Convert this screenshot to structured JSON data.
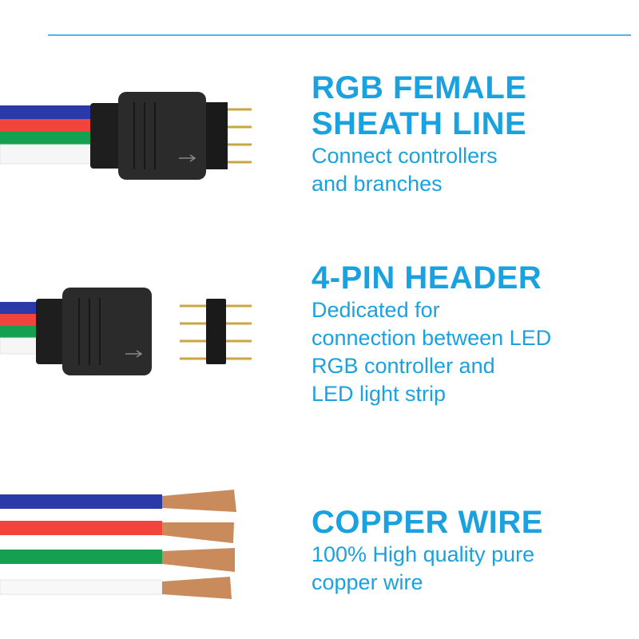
{
  "sections": [
    {
      "title_lines": [
        "RGB FEMALE",
        "SHEATH LINE"
      ],
      "body_lines": [
        "Connect controllers",
        "and branches"
      ]
    },
    {
      "title_lines": [
        "4-PIN HEADER"
      ],
      "body_lines": [
        "Dedicated for",
        "connection between LED",
        "RGB controller and",
        "LED light strip"
      ]
    },
    {
      "title_lines": [
        "COPPER WIRE"
      ],
      "body_lines": [
        "100% High quality pure",
        "copper wire"
      ]
    }
  ],
  "colors": {
    "accent": "#1aa1df",
    "wire_blue": "#2a3aa8",
    "wire_red": "#f0443c",
    "wire_green": "#14a050",
    "wire_white": "#f4f4f4",
    "copper": "#c98a5c",
    "connector": "#2a2a2a"
  }
}
